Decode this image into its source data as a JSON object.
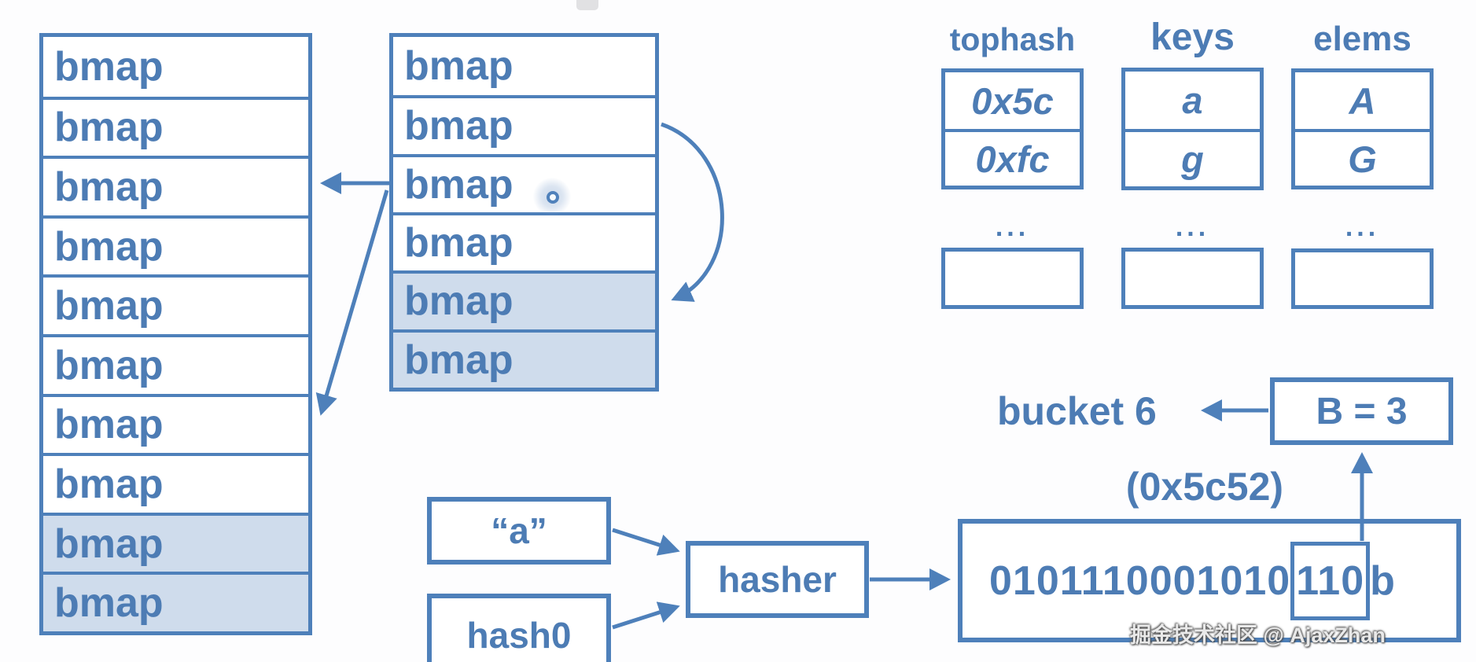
{
  "colors": {
    "stroke": "#4e80ba",
    "text": "#4d7cb4",
    "shaded_fill": "#cfdcec",
    "background": "#fdfdfe"
  },
  "overflow_store": {
    "rows": [
      "bmap",
      "bmap",
      "bmap",
      "bmap",
      "bmap",
      "bmap",
      "bmap",
      "bmap",
      "bmap",
      "bmap"
    ]
  },
  "bucket_array": {
    "rows": [
      "bmap",
      "bmap",
      "bmap",
      "bmap",
      "bmap",
      "bmap"
    ]
  },
  "bucket_detail": {
    "tophash": {
      "header": "tophash",
      "values": [
        "0x5c",
        "0xfc"
      ],
      "ellipsis": "..."
    },
    "keys": {
      "header": "keys",
      "values": [
        "a",
        "g"
      ],
      "ellipsis": "..."
    },
    "elems": {
      "header": "elems",
      "values": [
        "A",
        "G"
      ],
      "ellipsis": "..."
    }
  },
  "hash_flow": {
    "key_literal": "“a”",
    "seed_label": "hash0",
    "hasher_label": "hasher",
    "binary_prefix": "0101110001010",
    "binary_bucket_bits": "110",
    "binary_suffix": "b",
    "hex_label": "(0x5c52)",
    "b_label": "B = 3",
    "bucket_label": "bucket 6"
  },
  "watermark": "掘金技术社区 @ AjaxZhan"
}
